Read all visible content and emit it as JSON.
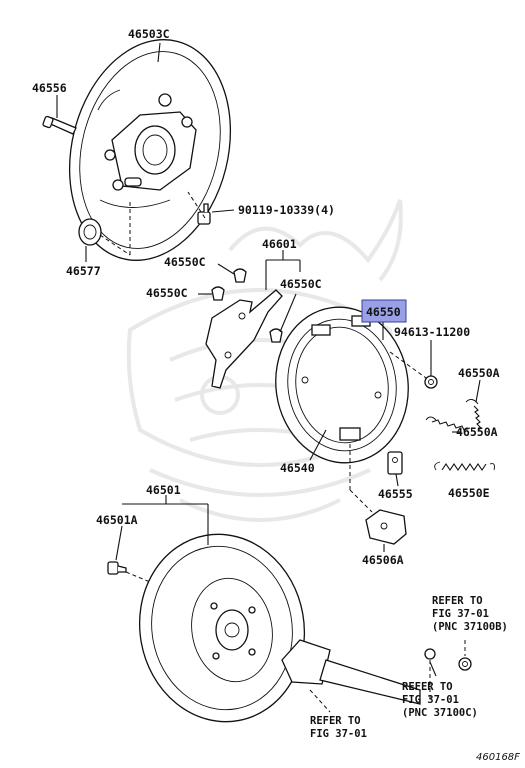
{
  "labels": {
    "p46503c": "46503C",
    "p46556": "46556",
    "p90119": "90119-10339(4)",
    "p46577": "46577",
    "p46601": "46601",
    "p46550c_a": "46550C",
    "p46550c_b": "46550C",
    "p46550c_c": "46550C",
    "p46550": "46550",
    "p94613": "94613-11200",
    "p46550a_a": "46550A",
    "p46550a_b": "46550A",
    "p46540": "46540",
    "p46555": "46555",
    "p46550e": "46550E",
    "p46506a": "46506A",
    "p46501": "46501",
    "p46501a": "46501A"
  },
  "refs": {
    "ref1": {
      "line1": "REFER TO",
      "line2": "FIG 37-01",
      "line3": "(PNC 37100B)"
    },
    "ref2": {
      "line1": "REFER TO",
      "line2": "FIG 37-01",
      "line3": "(PNC 37100C)"
    },
    "ref3": {
      "line1": "REFER TO",
      "line2": "FIG 37-01"
    }
  },
  "figure_id": "460168F",
  "colors": {
    "highlight": "#9aa0e6",
    "line": "#111111",
    "watermark": "#e8e8e8"
  },
  "icons": {
    "watermark": "samurai-helmet-watermark"
  }
}
